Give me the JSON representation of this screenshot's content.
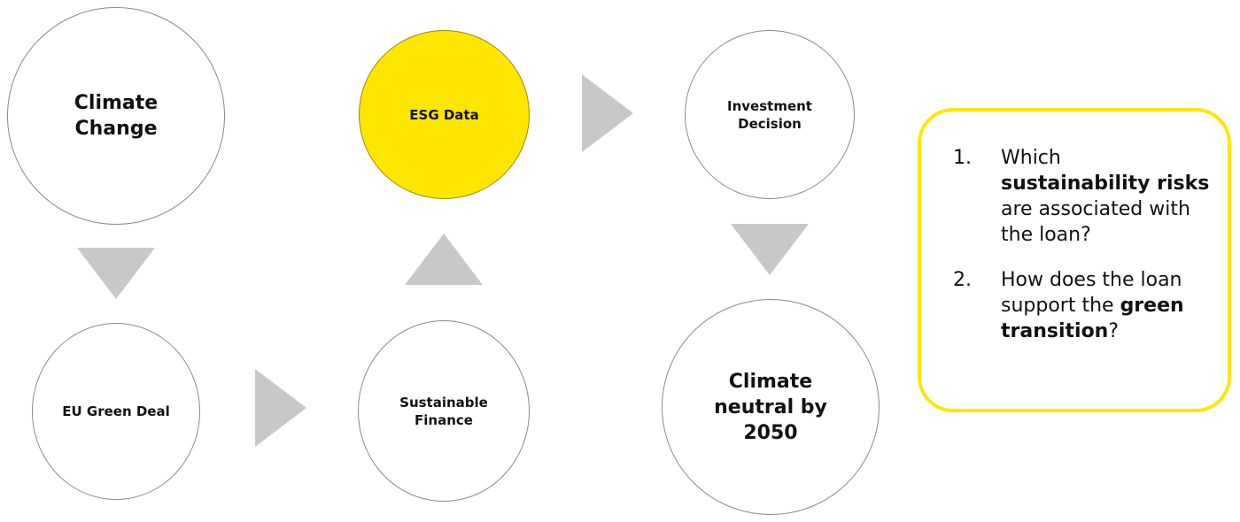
{
  "nodes": {
    "climate_change": "Climate Change",
    "eu_green_deal": "EU Green Deal",
    "sustainable_finance": "Sustainable Finance",
    "esg_data": "ESG Data",
    "investment_decision": "Investment Decision",
    "climate_neutral": "Climate neutral by 2050"
  },
  "questions": [
    {
      "number": "1.",
      "pre": "Which ",
      "bold": "sustainability risks",
      "post": " are associated with the loan?"
    },
    {
      "number": "2.",
      "pre": "How does the loan support the ",
      "bold": "green transition",
      "post": "?"
    }
  ],
  "colors": {
    "highlight": "#ffe600",
    "arrow": "#c8c8c8",
    "circle_border": "#8a8a8a"
  }
}
